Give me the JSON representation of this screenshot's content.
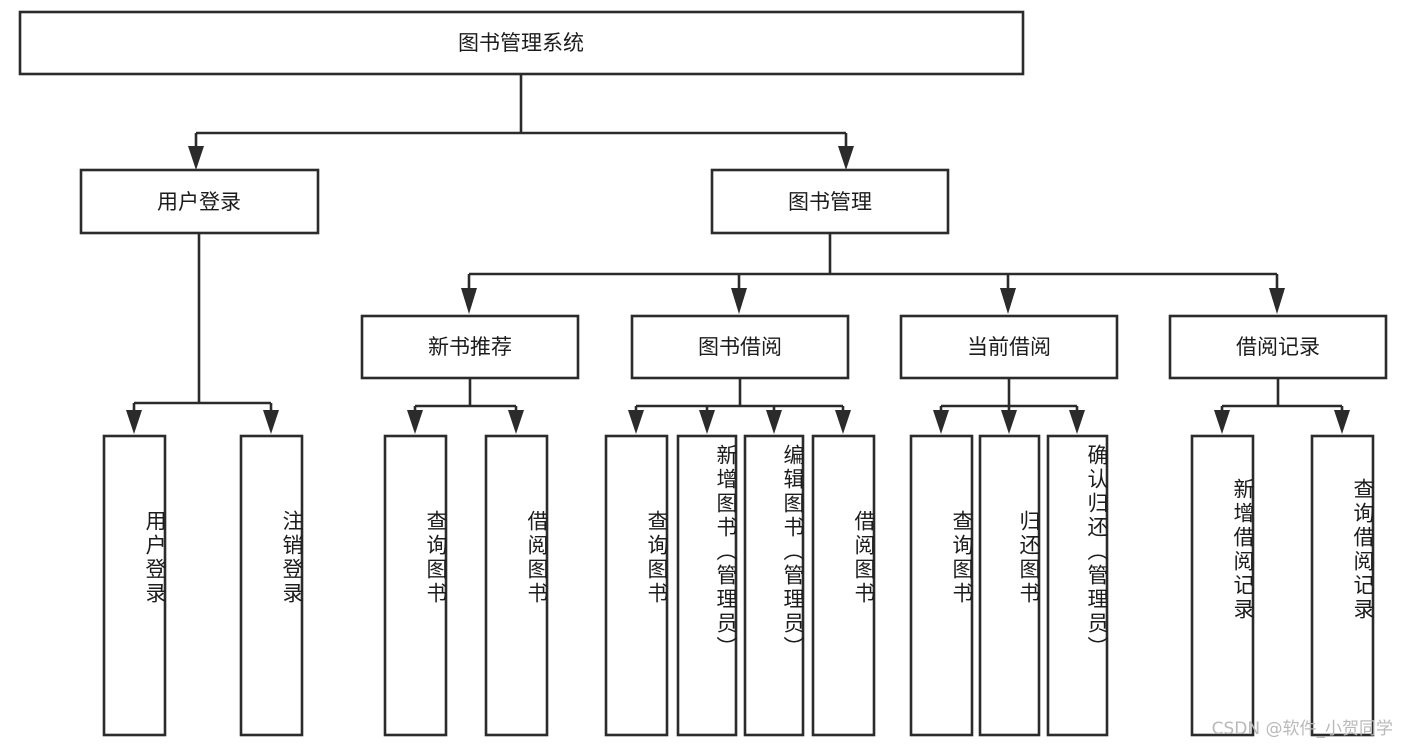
{
  "diagram": {
    "title": "图书管理系统",
    "watermark": "CSDN @软件_小贺同学",
    "style": {
      "box_fill": "#ffffff",
      "box_stroke": "#2b2b2b",
      "text_color": "#1c1c1c",
      "watermark_color": "#b9b9b9",
      "background": "#ffffff"
    },
    "levels": {
      "root": {
        "label": "图书管理系统"
      },
      "level2": [
        {
          "id": "user-login",
          "label": "用户登录"
        },
        {
          "id": "book-manage",
          "label": "图书管理"
        }
      ],
      "level3": [
        {
          "id": "new-book-rec",
          "label": "新书推荐"
        },
        {
          "id": "book-borrow",
          "label": "图书借阅"
        },
        {
          "id": "current-borrow",
          "label": "当前借阅"
        },
        {
          "id": "borrow-record",
          "label": "借阅记录"
        }
      ],
      "leaves": {
        "user-login": [
          {
            "id": "leaf-user-login",
            "label": "用户登录"
          },
          {
            "id": "leaf-logout",
            "label": "注销登录"
          }
        ],
        "new-book-rec": [
          {
            "id": "leaf-query-book-1",
            "label": "查询图书"
          },
          {
            "id": "leaf-borrow-book-1",
            "label": "借阅图书"
          }
        ],
        "book-borrow": [
          {
            "id": "leaf-query-book-2",
            "label": "查询图书"
          },
          {
            "id": "leaf-add-book",
            "label": "新增图书（管理员）"
          },
          {
            "id": "leaf-edit-book",
            "label": "编辑图书（管理员）"
          },
          {
            "id": "leaf-borrow-book-2",
            "label": "借阅图书"
          }
        ],
        "current-borrow": [
          {
            "id": "leaf-query-book-3",
            "label": "查询图书"
          },
          {
            "id": "leaf-return-book",
            "label": "归还图书"
          },
          {
            "id": "leaf-confirm-return",
            "label": "确认归还（管理员）"
          }
        ],
        "borrow-record": [
          {
            "id": "leaf-add-record",
            "label": "新增借阅记录"
          },
          {
            "id": "leaf-query-record",
            "label": "查询借阅记录"
          }
        ]
      }
    }
  }
}
